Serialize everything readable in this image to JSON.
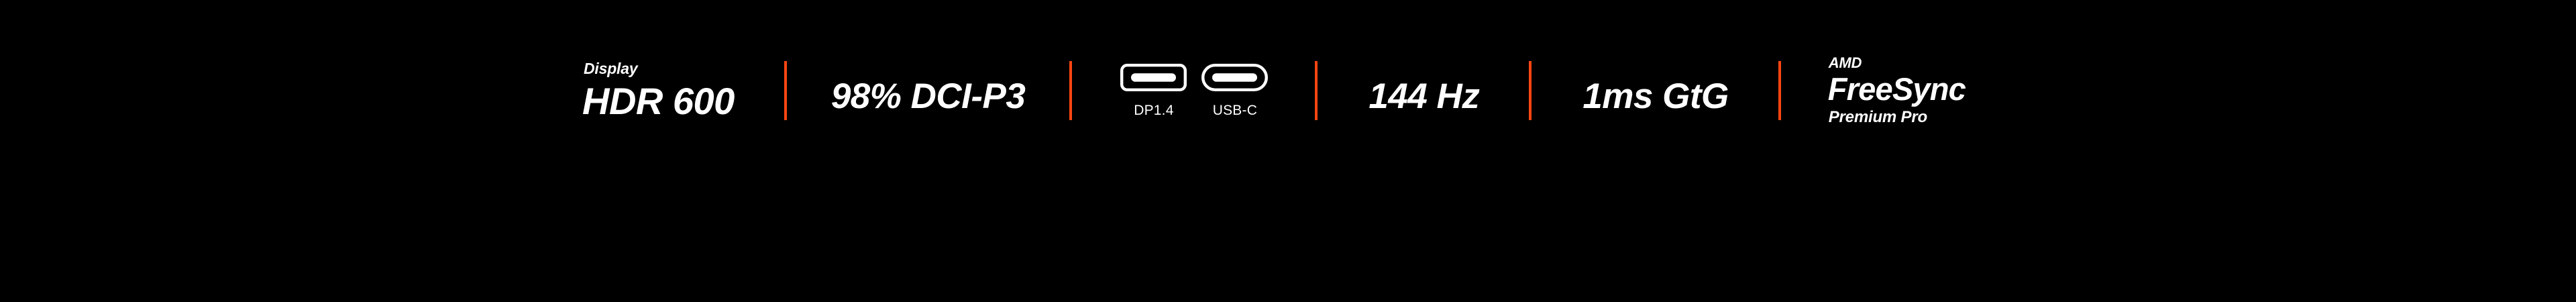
{
  "banner": {
    "background_color": "#000000",
    "text_color": "#FFFFFF",
    "accent_color": "#FF4612"
  },
  "specs": {
    "hdr": {
      "eyebrow": "Display",
      "value": "HDR 600"
    },
    "color_gamut": {
      "value": "98% DCI-P3"
    },
    "ports": {
      "items": [
        {
          "icon": "displayport-icon",
          "label": "DP1.4"
        },
        {
          "icon": "usb-c-icon",
          "label": "USB-C"
        }
      ]
    },
    "refresh_rate": {
      "value": "144 Hz"
    },
    "response_time": {
      "value": "1ms GtG"
    },
    "adaptive_sync": {
      "brand": "AMD",
      "name": "FreeSync",
      "tier": "Premium Pro"
    }
  }
}
